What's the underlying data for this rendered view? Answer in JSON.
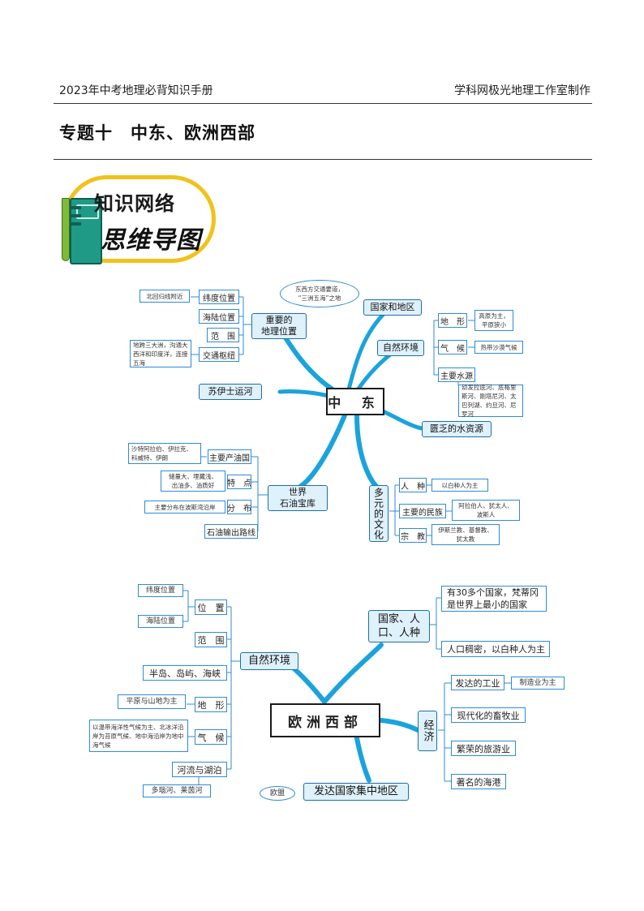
{
  "header": {
    "left": "2023年中考地理必背知识手册",
    "right": "学科网极光地理工作室制作"
  },
  "title": "专题十　中东、欧洲西部",
  "badge": {
    "line1": "知识网络",
    "line2": "思维导图"
  },
  "middle_east": {
    "center": "中 东",
    "location": {
      "title": "重要的\n地理位置",
      "items": [
        "纬度位置",
        "海陆位置",
        "范　围",
        "交通枢纽"
      ],
      "lat_note": "北回归线附近",
      "traffic_note": "地跨三大洲，沟通大西洋和印度洋，连接五海",
      "cloud_note": "东西方交通要道，\n“三洲五海”之地"
    },
    "suez": "苏伊士运河",
    "countries": "国家和地区",
    "nature": {
      "title": "自然环境",
      "terrain": "地　形",
      "terrain_note": "高原为主，\n平原狭小",
      "climate": "气　候",
      "climate_note": "热带沙漠气候",
      "water": "主要水源",
      "water_note": "幼发拉底河、底格里斯河、刚塔尼河、太巴列湖、约旦河、尼罗河"
    },
    "water_scarce": "匮乏的水资源",
    "oil": {
      "title": "世界\n石油宝库",
      "producers": "主要产油国",
      "producers_note": "沙特阿拉伯、伊拉克、科威特、伊朗",
      "features": "特　点",
      "features_note": "储量大、埋藏浅、\n出油多、油质好",
      "distribution": "分　布",
      "distribution_note": "主要分布在波斯湾沿岸",
      "routes": "石油输出路线"
    },
    "culture": {
      "title": "多元的文化",
      "race": "人　种",
      "race_note": "以白种人为主",
      "ethnic": "主要的民族",
      "ethnic_note": "阿拉伯人、犹太人、\n波斯人",
      "religion": "宗　教",
      "religion_note": "伊斯兰教、基督教、\n犹太教"
    }
  },
  "western_europe": {
    "center": "欧洲西部",
    "nature": {
      "title": "自然环境",
      "position": "位　置",
      "lat": "纬度位置",
      "sea": "海陆位置",
      "range": "范　围",
      "peninsula": "半岛、岛屿、海峡",
      "terrain": "地　形",
      "terrain_note": "平原与山地为主",
      "climate": "气　候",
      "climate_note": "以温带海洋性气候为主、北冰洋沿岸为苔原气候、地中海沿岸为地中海气候",
      "rivers": "河流与湖泊",
      "rivers_note": "多瑙河、莱茵河"
    },
    "people": {
      "title": "国家、人\n口、人种",
      "countries": "有30多个国家，梵蒂冈是世界上最小的国家",
      "population": "人口稠密，以白种人为主"
    },
    "economy": {
      "title": "经济",
      "industry": "发达的工业",
      "industry_note": "制造业为主",
      "livestock": "现代化的畜牧业",
      "tourism": "繁荣的旅游业",
      "ports": "著名的海港"
    },
    "developed": "发达国家集中地区",
    "eu": "欧盟"
  }
}
